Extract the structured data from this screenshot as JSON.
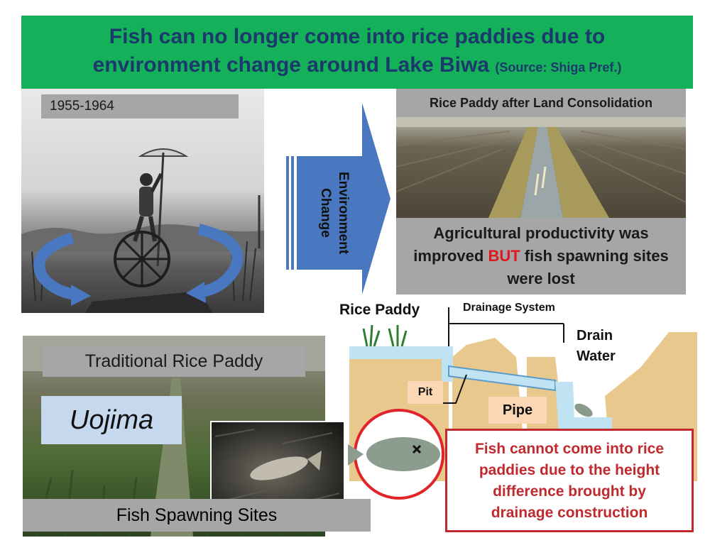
{
  "title": {
    "line1": "Fish can no longer come into rice paddies due to",
    "line2": "environment change around Lake Biwa",
    "source": "(Source: Shiga Pref.)"
  },
  "left_photo": {
    "period": "1955-1964"
  },
  "arrow": {
    "label_line1": "Environment",
    "label_line2": "Change"
  },
  "consolidation": {
    "header": "Rice Paddy after Land Consolidation",
    "text_line1": "Agricultural productivity was",
    "text_line2_before": "improved ",
    "text_line2_highlight": "BUT",
    "text_line2_after": " fish spawning sites",
    "text_line3": "were lost"
  },
  "traditional": {
    "label": "Traditional Rice Paddy",
    "uojima": "Uojima",
    "spawning_label": "Fish Spawning Sites"
  },
  "diagram": {
    "rice_paddy": "Rice Paddy",
    "drainage_system": "Drainage System",
    "drain_water_line1": "Drain",
    "drain_water_line2": "Water",
    "pit": "Pit",
    "pipe": "Pipe"
  },
  "warning": {
    "line1": "Fish cannot come into rice",
    "line2": "paddies due to the height",
    "line3": "difference brought by",
    "line4": "drainage construction"
  },
  "colors": {
    "title_bg": "#14b05a",
    "title_text": "#1b3a6b",
    "label_gray": "#a6a6a6",
    "arrow_blue": "#4a78c0",
    "highlight_red": "#e0181d",
    "warning_red": "#c0292d",
    "water_blue": "#bfe3f2",
    "soil": "#e8c88c"
  }
}
